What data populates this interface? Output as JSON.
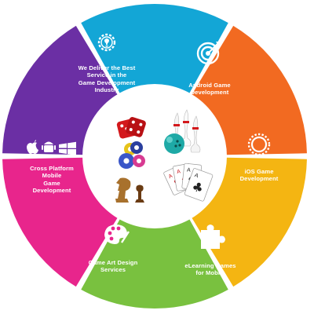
{
  "segments": [
    {
      "id": "service",
      "color": "#13a6d6",
      "lines": [
        "We Deliver the Best",
        "Service in the",
        "Game Development",
        "Industry"
      ],
      "icon": "gear-bulb-icon"
    },
    {
      "id": "android",
      "color": "#f26a21",
      "lines": [
        "Android Game",
        "Development"
      ],
      "icon": "target-arrow-icon"
    },
    {
      "id": "ios",
      "color": "#f4b512",
      "lines": [
        "iOS Game",
        "Development"
      ],
      "icon": "sun-gear-icon"
    },
    {
      "id": "elearning",
      "color": "#79c13f",
      "lines": [
        "eLearning Games",
        "for Mobile"
      ],
      "icon": "puzzle-icon"
    },
    {
      "id": "art",
      "color": "#e8258c",
      "lines": [
        "Game Art Design",
        "Services"
      ],
      "icon": "palette-icon"
    },
    {
      "id": "cross",
      "color": "#6b2fa4",
      "lines": [
        "Cross Platform",
        "Mobile",
        "Game",
        "Development"
      ],
      "icon": "platform-logos-icon"
    }
  ],
  "center": {
    "items": [
      "dice-icon",
      "bowling-icon",
      "billiard-balls-icon",
      "playing-cards-icon",
      "chess-pieces-icon"
    ]
  }
}
